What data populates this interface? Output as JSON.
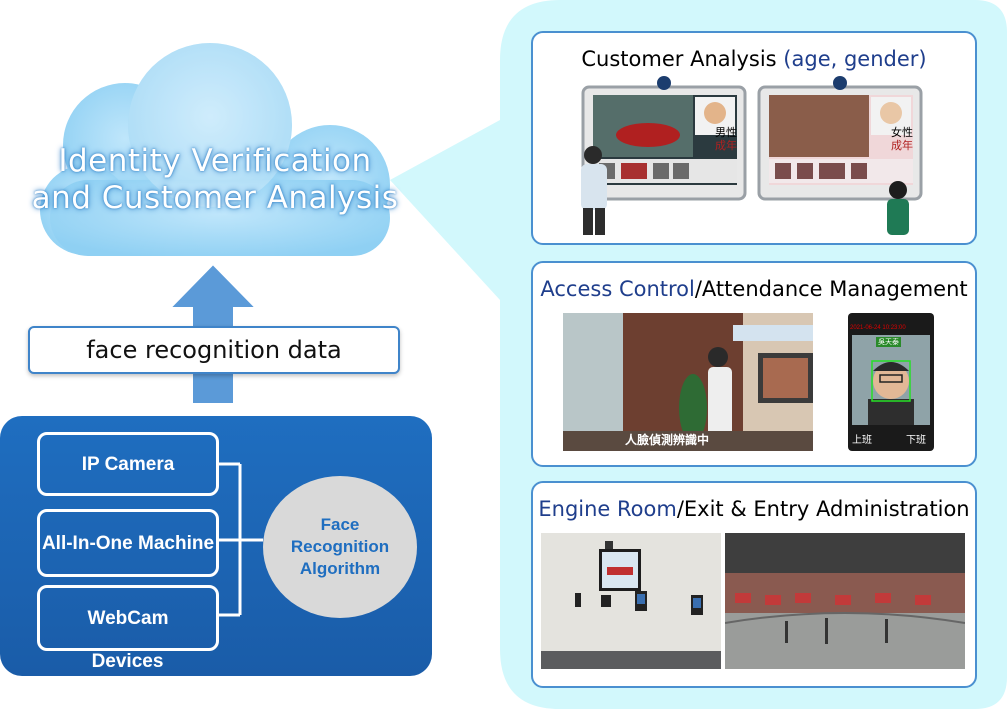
{
  "cloud": {
    "line1": "Identity Verification",
    "line2": "and Customer Analysis"
  },
  "data_label": "face recognition data",
  "devices": {
    "items": [
      "IP Camera",
      "All-In-One Machine",
      "WebCam"
    ],
    "label": "Devices",
    "algorithm": [
      "Face",
      "Recognition",
      "Algorithm"
    ]
  },
  "panels": {
    "customer": {
      "title_main": "Customer Analysis",
      "title_paren": "(age, gender)",
      "screen1_tag": [
        "男性",
        "成年"
      ],
      "screen2_tag": [
        "女性",
        "成年"
      ]
    },
    "access": {
      "title_part1": "Access Control",
      "title_part2": "/Attendance Management",
      "kiosk_caption": "人臉偵測辨識中",
      "phone_name": "吳天泰",
      "phone_time": "2021-06-24 10:23:00",
      "phone_left": "上班",
      "phone_right": "下班"
    },
    "engine": {
      "title_part1": "Engine Room",
      "title_part2": "/Exit & Entry Administration"
    }
  },
  "colors": {
    "accent_blue": "#1f6ec0",
    "callout_cyan": "#d2f8fc",
    "panel_border": "#4a90d0",
    "title_navy": "#1f3e8c"
  }
}
